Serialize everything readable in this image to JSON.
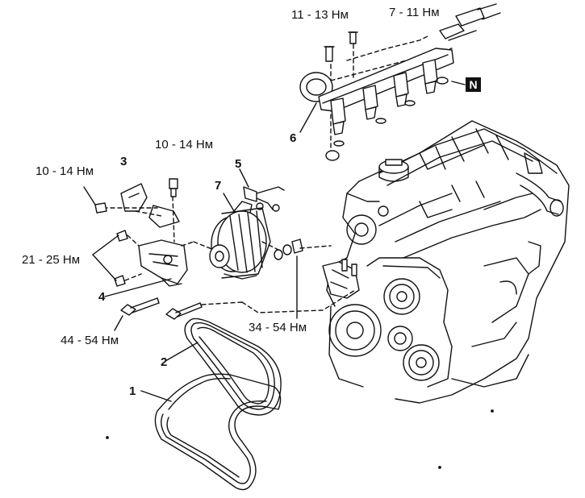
{
  "torque_labels": [
    "11 - 13 Нм",
    "7 - 11 Нм",
    "10 - 14 Нм",
    "10 - 14 Нм",
    "21 - 25 Нм",
    "44 - 54 Нм",
    "34 - 54 Нм"
  ],
  "part_numbers": [
    "1",
    "2",
    "3",
    "4",
    "5",
    "6",
    "7"
  ],
  "marker_letter": "N"
}
